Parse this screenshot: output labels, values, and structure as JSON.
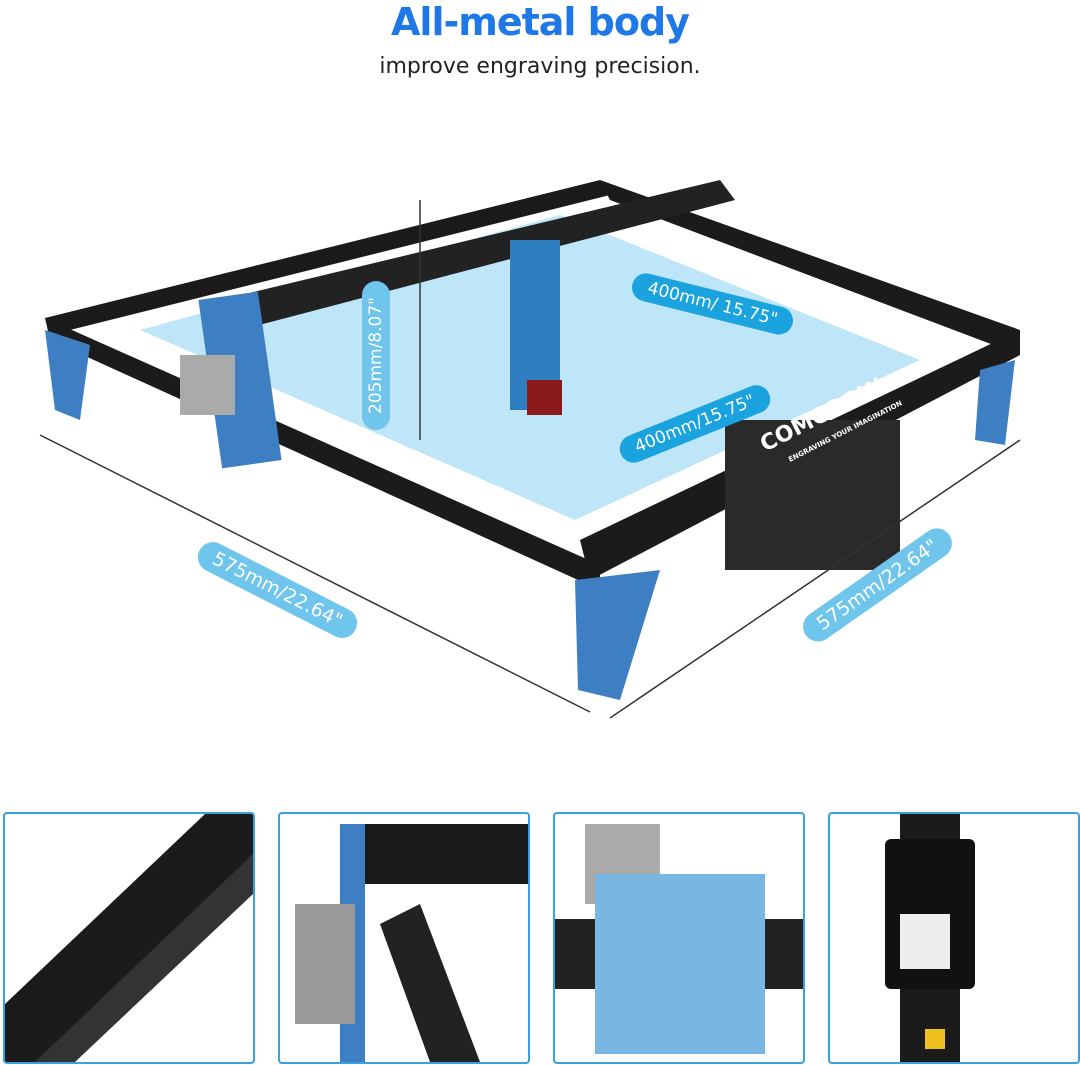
{
  "header": {
    "title": "All-metal body",
    "subtitle": "improve engraving precision."
  },
  "dimensions": {
    "height": "205mm/8.07\"",
    "work_width_top": "400mm/ 15.75\"",
    "work_width_front": "400mm/15.75\"",
    "frame_left": "575mm/22.64\"",
    "frame_right": "575mm/22.64\""
  },
  "brand": {
    "logo": "COMGROW",
    "tagline": "ENGRAVING YOUR IMAGINATION"
  },
  "colors": {
    "title": "#1e78e6",
    "accent": "#1aa3de",
    "frame": "#1b1b1b",
    "bed": "#bfe6f8",
    "parts": "#2f7fc0"
  },
  "thumbnails": [
    {
      "name": "ruler-rail-closeup"
    },
    {
      "name": "stepper-motor-closeup"
    },
    {
      "name": "laser-carriage-closeup"
    },
    {
      "name": "limit-switch-closeup"
    }
  ]
}
